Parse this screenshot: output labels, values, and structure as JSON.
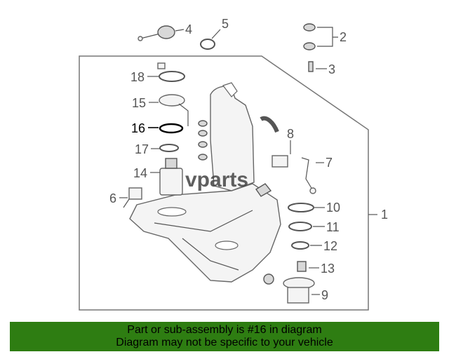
{
  "diagram": {
    "callouts": {
      "c1": "1",
      "c2": "2",
      "c3": "3",
      "c4": "4",
      "c5": "5",
      "c6": "6",
      "c7": "7",
      "c8": "8",
      "c9": "9",
      "c10": "10",
      "c11": "11",
      "c12": "12",
      "c13": "13",
      "c14": "14",
      "c15": "15",
      "c16": "16",
      "c17": "17",
      "c18": "18"
    },
    "highlighted_part": "16",
    "watermark": "vparts"
  },
  "banner": {
    "line1": "Part or sub-assembly is #16 in diagram",
    "line2": "Diagram may not be specific to your vehicle",
    "background_color": "#2e7d12"
  }
}
